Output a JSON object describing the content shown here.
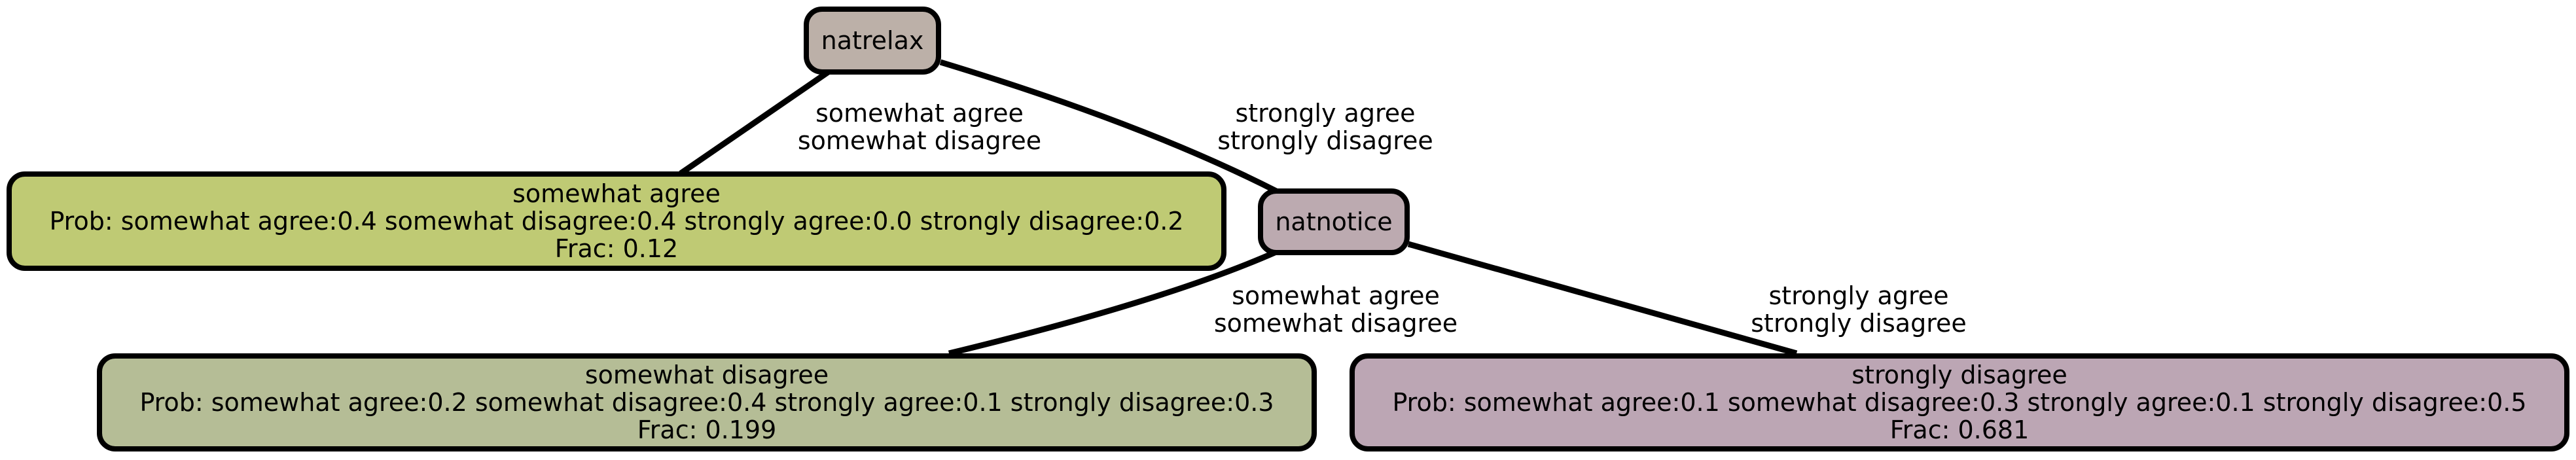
{
  "colors": {
    "natrelax": "#bcb0a8",
    "natnotice": "#bcaab0",
    "leaf_somewhat_agree": "#bfca74",
    "leaf_somewhat_disagree": "#b5bd96",
    "leaf_strongly_disagree": "#bca6b4"
  },
  "nodes": {
    "natrelax": {
      "label": "natrelax"
    },
    "natnotice": {
      "label": "natnotice"
    },
    "leaf_somewhat_agree": {
      "title": "somewhat agree",
      "prob": "Prob: somewhat agree:0.4 somewhat disagree:0.4 strongly agree:0.0 strongly disagree:0.2",
      "frac": "Frac: 0.12"
    },
    "leaf_somewhat_disagree": {
      "title": "somewhat disagree",
      "prob": "Prob: somewhat agree:0.2 somewhat disagree:0.4 strongly agree:0.1 strongly disagree:0.3",
      "frac": "Frac: 0.199"
    },
    "leaf_strongly_disagree": {
      "title": "strongly disagree",
      "prob": "Prob: somewhat agree:0.1 somewhat disagree:0.3 strongly agree:0.1 strongly disagree:0.5",
      "frac": "Frac: 0.681"
    }
  },
  "edges": {
    "natrelax_to_leaf": {
      "line1": "somewhat agree",
      "line2": "somewhat disagree"
    },
    "natrelax_to_natnotice": {
      "line1": "strongly agree",
      "line2": "strongly disagree"
    },
    "natnotice_to_leaf_sd": {
      "line1": "somewhat agree",
      "line2": "somewhat disagree"
    },
    "natnotice_to_leaf_str": {
      "line1": "strongly agree",
      "line2": "strongly disagree"
    }
  }
}
